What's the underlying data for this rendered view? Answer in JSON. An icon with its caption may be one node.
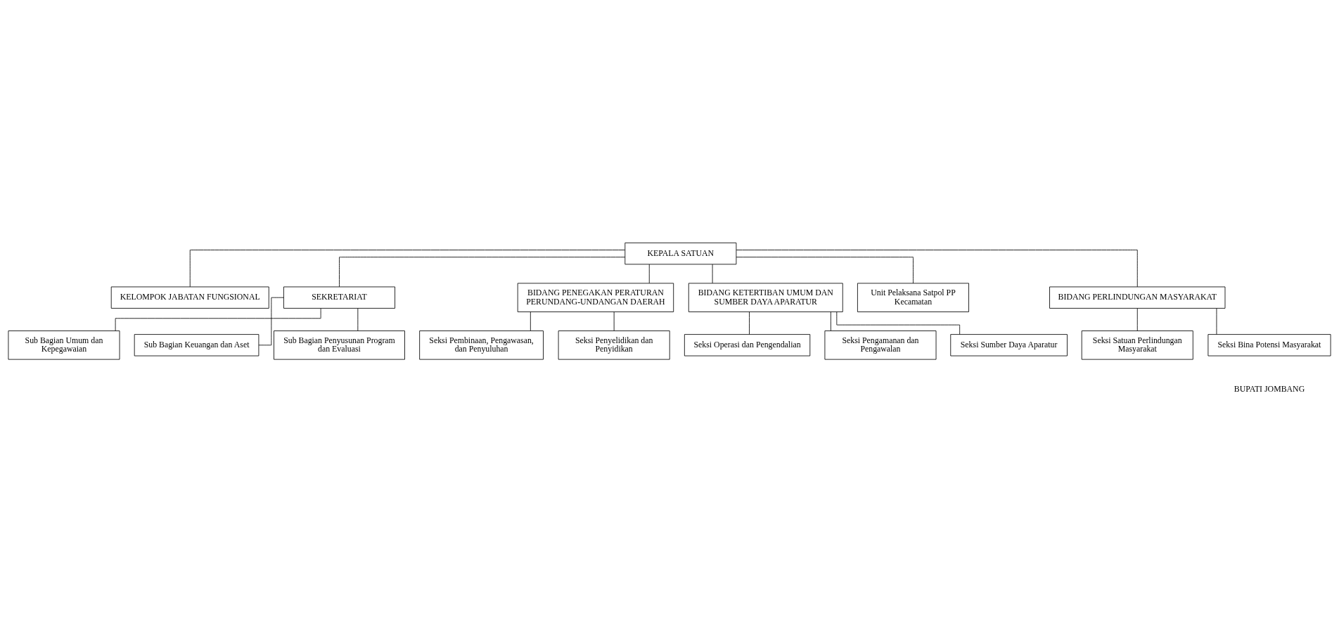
{
  "diagram": {
    "nodes": [
      {
        "text": [
          "KEPALA SATUAN"
        ]
      },
      {
        "text": [
          "KELOMPOK JABATAN FUNGSIONAL"
        ]
      },
      {
        "text": [
          "SEKRETARIAT"
        ]
      },
      {
        "text": [
          "Sub Bagian Umum dan Kepegawaian"
        ]
      },
      {
        "text": [
          "Sub Bagian Keuangan dan Aset"
        ]
      },
      {
        "text": [
          "Sub Bagian Penyusunan Program dan Evaluasi"
        ]
      },
      {
        "text": [
          "BIDANG PENEGAKAN PERATURAN PERUNDANG-UNDANGAN DAERAH"
        ]
      },
      {
        "text": [
          "Seksi Pembinaan, Pengawasan, dan Penyuluhan"
        ]
      },
      {
        "text": [
          "Seksi Penyelidikan dan Penyidikan"
        ]
      },
      {
        "text": [
          "BIDANG KETERTIBAN UMUM DAN SUMBER DAYA APARATUR"
        ]
      },
      {
        "text": [
          "Seksi Operasi dan Pengendalian"
        ]
      },
      {
        "text": [
          "Seksi Pengamanan dan Pengawalan"
        ]
      },
      {
        "text": [
          "Seksi Sumber Daya Aparatur"
        ]
      },
      {
        "text": [
          "Unit Pelaksana Satpol PP Kecamatan"
        ]
      },
      {
        "text": [
          "BIDANG PERLINDUNGAN MASYARAKAT"
        ]
      },
      {
        "text": [
          "Seksi Satuan Perlindungan Masyarakat"
        ]
      },
      {
        "text": [
          "Seksi Bina Potensi Masyarakat"
        ]
      }
    ],
    "edges": [
      {
        "from": 0,
        "to": 1,
        "arrow": "none"
      },
      {
        "from": 0,
        "to": 2,
        "arrow": "none"
      },
      {
        "from": 2,
        "to": 3,
        "arrow": "none"
      },
      {
        "from": 2,
        "to": 4,
        "arrow": "none"
      },
      {
        "from": 2,
        "to": 5,
        "arrow": "none"
      },
      {
        "from": 0,
        "to": 6,
        "arrow": "none"
      },
      {
        "from": 0,
        "to": 9,
        "arrow": "none"
      },
      {
        "from": 0,
        "to": 13,
        "arrow": "none"
      },
      {
        "from": 0,
        "to": 14,
        "arrow": "none"
      },
      {
        "from": 6,
        "to": 7,
        "arrow": "none"
      },
      {
        "from": 6,
        "to": 8,
        "arrow": "none"
      },
      {
        "from": 9,
        "to": 10,
        "arrow": "none"
      },
      {
        "from": 9,
        "to": 11,
        "arrow": "none"
      },
      {
        "from": 9,
        "to": 12,
        "arrow": "none"
      },
      {
        "from": 14,
        "to": 15,
        "arrow": "none"
      },
      {
        "from": 14,
        "to": 16,
        "arrow": "none"
      }
    ],
    "labels": [
      "BUPATI JOMBANG"
    ]
  }
}
